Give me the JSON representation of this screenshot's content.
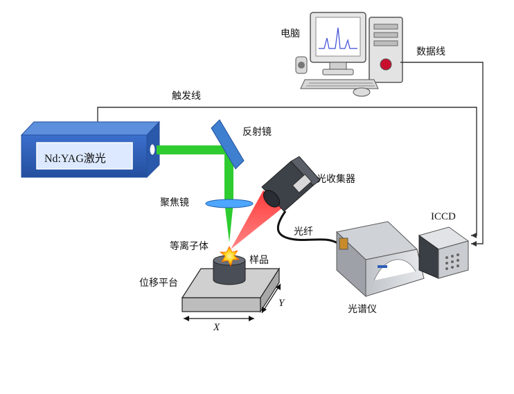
{
  "labels": {
    "computer": "电脑",
    "data_cable": "数据线",
    "trigger_cable": "触发线",
    "laser": "Nd:YAG激光",
    "mirror": "反射镜",
    "collector": "光收集器",
    "focusing_lens": "聚焦镜",
    "fiber": "光纤",
    "iccd": "ICCD",
    "plasma": "等离子体",
    "sample": "样品",
    "stage": "位移平台",
    "spectrometer": "光谱仪",
    "axis_x": "X",
    "axis_y": "Y"
  },
  "colors": {
    "laser_box_front": "#2f5fb8",
    "laser_box_top": "#5c8fdc",
    "laser_box_inner": "#dce9ff",
    "beam_green": "#2ecc30",
    "collection_cone": "#ff3333",
    "plasma_spark": "#ffcc00",
    "stage_gray": "#d0d0d0",
    "sample_dark": "#4a4e56",
    "lens_blue": "#4da6ff",
    "mirror_blue": "#3f7fd0"
  },
  "icons": [
    "computer-icon",
    "spectrometer-icon",
    "collector-icon",
    "plasma-spark-icon"
  ]
}
